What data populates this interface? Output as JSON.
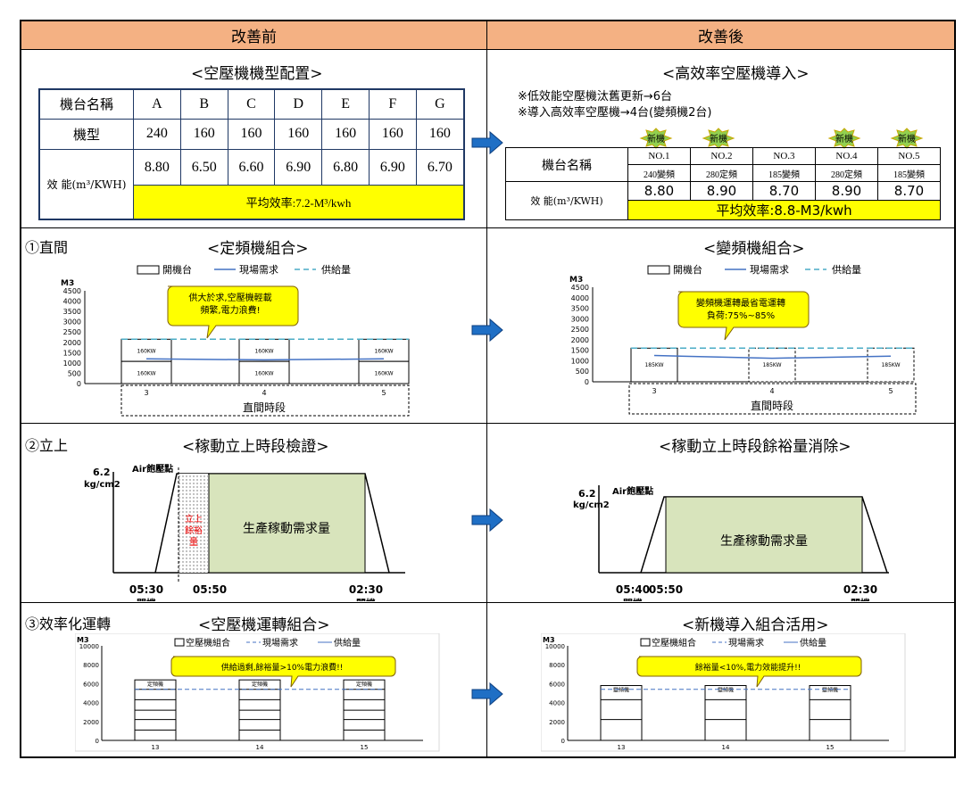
{
  "headers": {
    "before": "改善前",
    "after": "改善後"
  },
  "sec1": {
    "left_title": "<空壓機機型配置>",
    "right_title": "<高效率空壓機導入>",
    "left_table": {
      "row1_label": "機台名稱",
      "row2_label": "機型",
      "row3_label": "效 能(m³/KWH)",
      "machines": [
        "A",
        "B",
        "C",
        "D",
        "E",
        "F",
        "G"
      ],
      "models": [
        "240",
        "160",
        "160",
        "160",
        "160",
        "160",
        "160"
      ],
      "efficiency": [
        "8.80",
        "6.50",
        "6.60",
        "6.90",
        "6.80",
        "6.90",
        "6.70"
      ],
      "average": "平均效率:7.2-M³/kwh"
    },
    "notes": [
      "※低效能空壓機汰舊更新→6台",
      "※導入高效率空壓機→4台(變頻機2台)"
    ],
    "right_table": {
      "row1_label": "機台名稱",
      "row2_label": "效 能(m³/KWH)",
      "machines": [
        "NO.1",
        "NO.2",
        "NO.3",
        "NO.4",
        "NO.5"
      ],
      "types": [
        "240變頻",
        "280定頻",
        "185變頻",
        "280定頻",
        "185變頻"
      ],
      "efficiency": [
        "8.80",
        "8.90",
        "8.70",
        "8.90",
        "8.70"
      ],
      "average": "平均效率:8.8-M3/kwh"
    },
    "new_badges": [
      {
        "label": "新機",
        "visible": true
      },
      {
        "label": "新機",
        "visible": true
      },
      {
        "label": "",
        "visible": false
      },
      {
        "label": "新機",
        "visible": true
      },
      {
        "label": "新機",
        "visible": true
      }
    ]
  },
  "sec2": {
    "row_label": "①直間",
    "left_title": "<定頻機組合>",
    "right_title": "<變頻機組合>",
    "legend": [
      "開機台",
      "現場需求",
      "供給量"
    ],
    "y_unit": "M3",
    "x_label": "直間時段",
    "left_callout": [
      "供大於求,空壓機輕載",
      "頻繁,電力浪費!"
    ],
    "right_callout": [
      "變頻機運轉最省電運轉",
      "負荷:75%~85%"
    ],
    "left_box_label": "160KW",
    "right_box_label": "185KW"
  },
  "sec3": {
    "row_label": "②立上",
    "left_title": "<稼動立上時段檢證>",
    "right_title": "<稼動立上時段餘裕量消除>",
    "pressure_value": "6.2",
    "pressure_unit": "kg/cm2",
    "peak_label": "Air飽壓點",
    "demand_label": "生產稼動需求量",
    "surplus_label": [
      "立上",
      "餘裕",
      "量"
    ],
    "left_times": [
      "05:30",
      "05:50",
      "02:30"
    ],
    "right_times": [
      "05:40",
      "05:50",
      "02:30"
    ],
    "start_label": "開機",
    "stop_label": "關機"
  },
  "sec4": {
    "row_label": "③效率化運轉",
    "left_title": "<空壓機運轉組合>",
    "right_title": "<新機導入組合活用>",
    "legend": [
      "空壓機組合",
      "現場需求",
      "供給量"
    ],
    "y_unit": "M3",
    "left_callout": "供給過剩,餘裕量>10%電力浪費!!",
    "right_callout": "餘裕量<10%,電力效能提升!!",
    "left_box_label": "定頻機",
    "right_box_label": "變頻機"
  },
  "chart_data": [
    {
      "type": "line",
      "title": "<定頻機組合>",
      "xlabel": "直間時段",
      "ylabel": "M3",
      "x": [
        3,
        4,
        5
      ],
      "ylim": [
        0,
        4500
      ],
      "yticks": [
        0,
        500,
        1000,
        1500,
        2000,
        2500,
        3000,
        3500,
        4000,
        4500
      ],
      "series": [
        {
          "name": "現場需求",
          "values": [
            1200,
            1150,
            1200
          ]
        },
        {
          "name": "供給量",
          "values": [
            2150,
            2150,
            2150
          ]
        }
      ]
    },
    {
      "type": "line",
      "title": "<變頻機組合>",
      "xlabel": "直間時段",
      "ylabel": "M3",
      "x": [
        3,
        4,
        5
      ],
      "ylim": [
        0,
        4500
      ],
      "yticks": [
        0,
        500,
        1000,
        1500,
        2000,
        2500,
        3000,
        3500,
        4000,
        4500
      ],
      "series": [
        {
          "name": "現場需求",
          "values": [
            1250,
            1120,
            1220
          ]
        },
        {
          "name": "供給量",
          "values": [
            1600,
            1600,
            1600
          ]
        }
      ]
    },
    {
      "type": "bar",
      "title": "<空壓機運轉組合>",
      "ylabel": "M3",
      "categories": [
        "13",
        "14",
        "15"
      ],
      "ylim": [
        0,
        10000
      ],
      "yticks": [
        0,
        2000,
        4000,
        6000,
        8000,
        10000
      ],
      "series": [
        {
          "name": "空壓機組合",
          "values": [
            6400,
            6400,
            6400
          ]
        },
        {
          "name": "現場需求",
          "values": [
            5400,
            5400,
            5400
          ]
        }
      ]
    },
    {
      "type": "bar",
      "title": "<新機導入組合活用>",
      "ylabel": "M3",
      "categories": [
        "13",
        "14",
        "15"
      ],
      "ylim": [
        0,
        10000
      ],
      "yticks": [
        0,
        2000,
        4000,
        6000,
        8000,
        10000
      ],
      "series": [
        {
          "name": "空壓機組合",
          "values": [
            5800,
            5800,
            5800
          ]
        },
        {
          "name": "現場需求",
          "values": [
            5400,
            5400,
            5400
          ]
        }
      ]
    }
  ]
}
